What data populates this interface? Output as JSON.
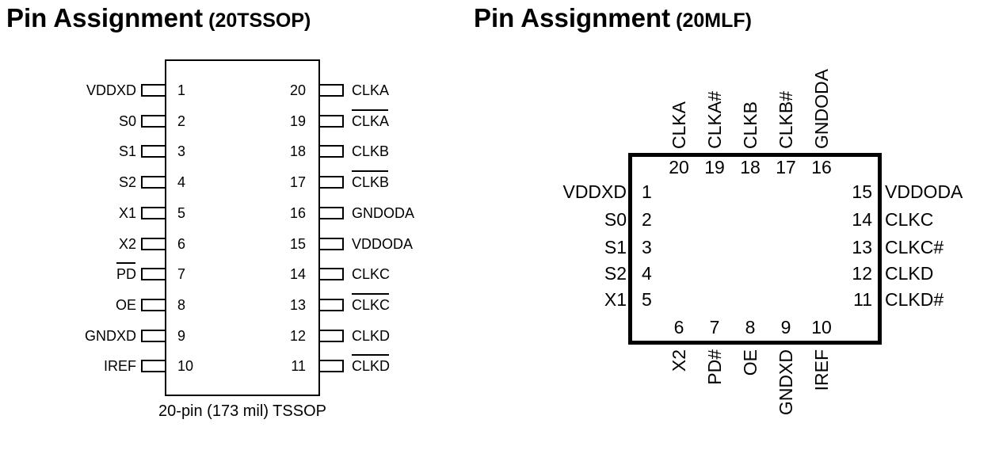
{
  "colors": {
    "ink": "#000000",
    "background": "#ffffff"
  },
  "left_panel": {
    "title": "Pin Assignment",
    "title_suffix": "(20TSSOP)",
    "caption": "20-pin (173 mil) TSSOP",
    "left_pins": [
      {
        "num": "1",
        "label": "VDDXD",
        "overline": false
      },
      {
        "num": "2",
        "label": "S0",
        "overline": false
      },
      {
        "num": "3",
        "label": "S1",
        "overline": false
      },
      {
        "num": "4",
        "label": "S2",
        "overline": false
      },
      {
        "num": "5",
        "label": "X1",
        "overline": false
      },
      {
        "num": "6",
        "label": "X2",
        "overline": false
      },
      {
        "num": "7",
        "label": "PD",
        "overline": true
      },
      {
        "num": "8",
        "label": "OE",
        "overline": false
      },
      {
        "num": "9",
        "label": "GNDXD",
        "overline": false
      },
      {
        "num": "10",
        "label": "IREF",
        "overline": false
      }
    ],
    "right_pins": [
      {
        "num": "20",
        "label": "CLKA",
        "overline": false
      },
      {
        "num": "19",
        "label": "CLKA",
        "overline": true
      },
      {
        "num": "18",
        "label": "CLKB",
        "overline": false
      },
      {
        "num": "17",
        "label": "CLKB",
        "overline": true
      },
      {
        "num": "16",
        "label": "GNDODA",
        "overline": false
      },
      {
        "num": "15",
        "label": "VDDODA",
        "overline": false
      },
      {
        "num": "14",
        "label": "CLKC",
        "overline": false
      },
      {
        "num": "13",
        "label": "CLKC",
        "overline": true
      },
      {
        "num": "12",
        "label": "CLKD",
        "overline": false
      },
      {
        "num": "11",
        "label": "CLKD",
        "overline": true
      }
    ]
  },
  "right_panel": {
    "title": "Pin Assignment",
    "title_suffix": "(20MLF)",
    "top_pins": [
      {
        "num": "20",
        "label": "CLKA"
      },
      {
        "num": "19",
        "label": "CLKA#"
      },
      {
        "num": "18",
        "label": "CLKB"
      },
      {
        "num": "17",
        "label": "CLKB#"
      },
      {
        "num": "16",
        "label": "GNDODA"
      }
    ],
    "left_pins": [
      {
        "num": "1",
        "label": "VDDXD"
      },
      {
        "num": "2",
        "label": "S0"
      },
      {
        "num": "3",
        "label": "S1"
      },
      {
        "num": "4",
        "label": "S2"
      },
      {
        "num": "5",
        "label": "X1"
      }
    ],
    "right_pins": [
      {
        "num": "15",
        "label": "VDDODA"
      },
      {
        "num": "14",
        "label": "CLKC"
      },
      {
        "num": "13",
        "label": "CLKC#"
      },
      {
        "num": "12",
        "label": "CLKD"
      },
      {
        "num": "11",
        "label": "CLKD#"
      }
    ],
    "bottom_pins": [
      {
        "num": "6",
        "label": "X2"
      },
      {
        "num": "7",
        "label": "PD#"
      },
      {
        "num": "8",
        "label": "OE"
      },
      {
        "num": "9",
        "label": "GNDXD"
      },
      {
        "num": "10",
        "label": "IREF"
      }
    ]
  }
}
